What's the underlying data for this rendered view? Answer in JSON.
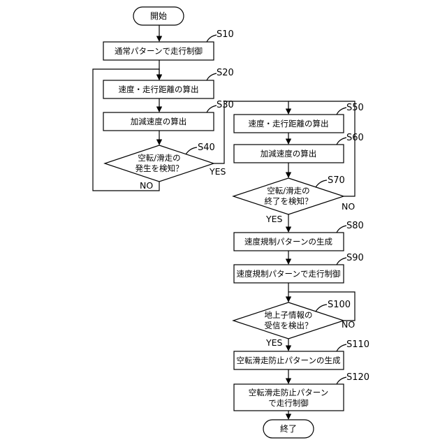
{
  "nodes": {
    "start": "開始",
    "s10": "通常パターンで走行制御",
    "s20": "速度・走行距離の算出",
    "s30": "加減速度の算出",
    "s40": [
      "空転/滑走の",
      "発生を検知？"
    ],
    "s50": "速度・走行距離の算出",
    "s60": "加減速度の算出",
    "s70": [
      "空転/滑走の",
      "終了を検知？"
    ],
    "s80": "速度規制パターンの生成",
    "s90": "速度規制パターンで走行制御",
    "s100": [
      "地上子情報の",
      "受信を検出？"
    ],
    "s110": "空転滑走防止パターンの生成",
    "s120": [
      "空転滑走防止パターン",
      "で走行制御"
    ],
    "end": "終了"
  },
  "step_labels": {
    "s10": "S10",
    "s20": "S20",
    "s30": "S30",
    "s40": "S40",
    "s50": "S50",
    "s60": "S60",
    "s70": "S70",
    "s80": "S80",
    "s90": "S90",
    "s100": "S100",
    "s110": "S110",
    "s120": "S120"
  },
  "edge_labels": {
    "s40_yes": "YES",
    "s40_no": "NO",
    "s70_yes": "YES",
    "s70_no": "NO",
    "s100_yes": "YES",
    "s100_no": "NO"
  }
}
